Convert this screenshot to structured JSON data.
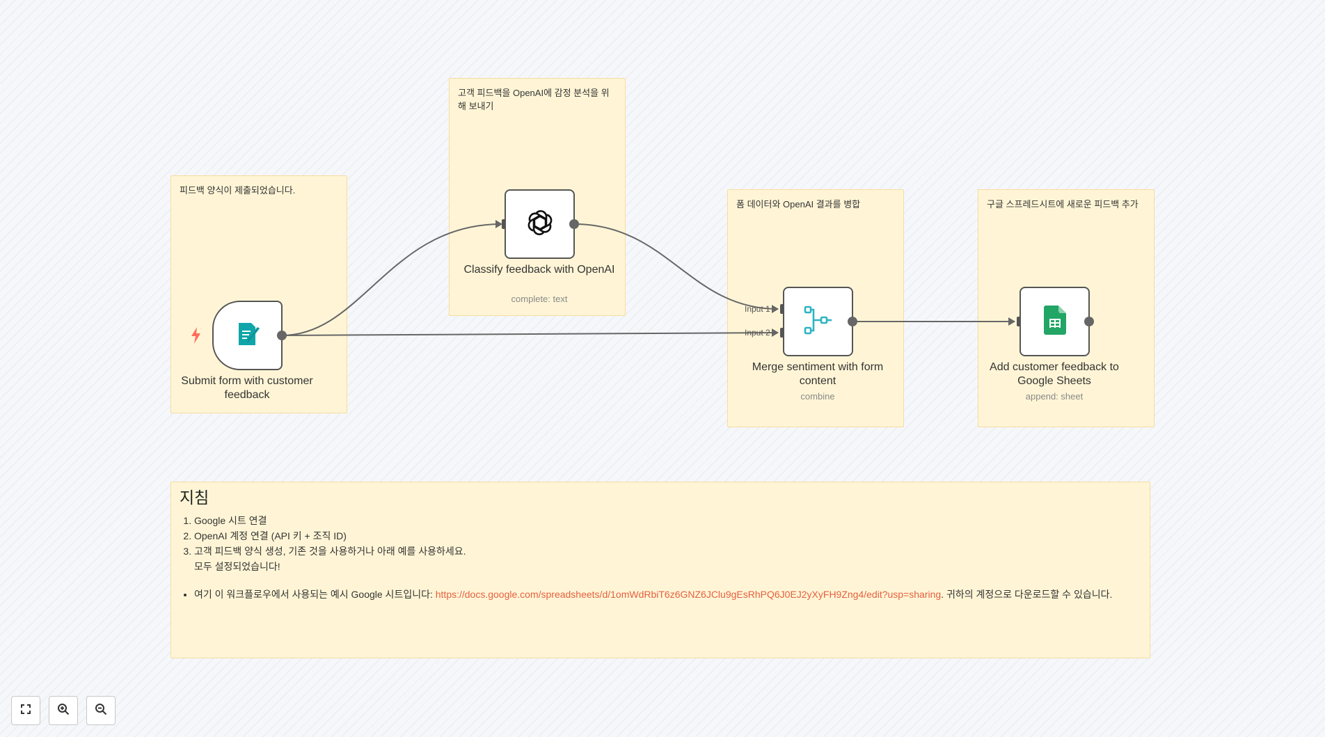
{
  "stickies": {
    "trigger_note": "피드백 양식이 제출되었습니다.",
    "openai_note": "고객 피드백을 OpenAI에 감정 분석을 위해 보내기",
    "merge_note": "폼 데이터와 OpenAI 결과를 병합",
    "sheets_note": "구글 스프레드시트에 새로운 피드백 추가"
  },
  "nodes": {
    "form": {
      "name": "Submit form with customer feedback",
      "icon": "form-edit-icon",
      "color": "#10a5a8"
    },
    "openai": {
      "name": "Classify feedback with OpenAI",
      "subtitle": "complete: text",
      "icon": "openai-logo-icon"
    },
    "merge": {
      "name": "Merge sentiment with form content",
      "subtitle": "combine",
      "icon": "merge-icon",
      "input1": "Input 1",
      "input2": "Input 2",
      "color": "#2fb3c1"
    },
    "sheets": {
      "name": "Add customer feedback to Google Sheets",
      "subtitle": "append: sheet",
      "icon": "google-sheets-icon",
      "color": "#22a565"
    }
  },
  "notes": {
    "title": "지침",
    "steps": [
      "Google 시트 연결",
      "OpenAI 계정 연결 (API 키 + 조직 ID)",
      "고객 피드백 양식 생성, 기존 것을 사용하거나 아래 예를 사용하세요."
    ],
    "step3_tail": "모두 설정되었습니다!",
    "bullet_prefix": "여기 이 워크플로우에서 사용되는 예시 Google 시트입니다: ",
    "bullet_link": "https://docs.google.com/spreadsheets/d/1omWdRbiT6z6GNZ6JClu9gEsRhPQ6J0EJ2yXyFH9Zng4/edit?usp=sharing",
    "bullet_suffix": ". 귀하의 계정으로 다운로드할 수 있습니다."
  },
  "controls": {
    "fit": "fit-view-icon",
    "zoom_in": "zoom-in-icon",
    "zoom_out": "zoom-out-icon"
  },
  "colors": {
    "trigger_bolt": "#ff6d5a",
    "link": "#e5603f",
    "sticky_bg": "#fff5d6"
  }
}
